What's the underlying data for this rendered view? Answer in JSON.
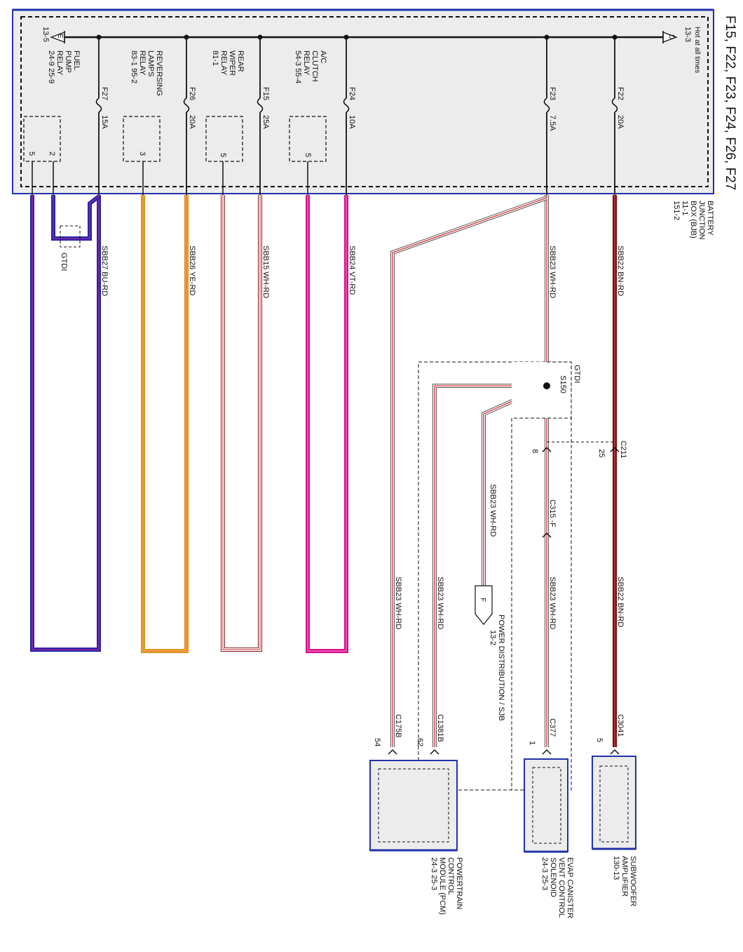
{
  "title": "F15, F22, F23, F24, F26, F27",
  "bjb": {
    "name_lines": [
      "BATTERY",
      "JUNCTION",
      "BOX (BJB)",
      "11-1",
      "151-2"
    ],
    "hot_label": "Hot at all times",
    "source_ref": "13-3",
    "source_letter": "D",
    "exit_ref": "13-5",
    "exit_letter": "E"
  },
  "fuses": [
    {
      "id": "F22",
      "rating": "20A"
    },
    {
      "id": "F23",
      "rating": "7.5A"
    },
    {
      "id": "F24",
      "rating": "10A"
    },
    {
      "id": "F15",
      "rating": "25A"
    },
    {
      "id": "F26",
      "rating": "20A"
    },
    {
      "id": "F27",
      "rating": "15A"
    }
  ],
  "relays": [
    {
      "name_lines": [
        "A/C",
        "CLUTCH",
        "RELAY",
        "54-3   55-4"
      ],
      "pin": "5"
    },
    {
      "name_lines": [
        "REAR",
        "WIPER",
        "RELAY",
        "81-1"
      ],
      "pin": "5"
    },
    {
      "name_lines": [
        "REVERSING",
        "LAMPS",
        "RELAY",
        "83-1   95-2"
      ],
      "pin": "3"
    },
    {
      "name_lines": [
        "FUEL",
        "PUMP",
        "RELAY",
        "24-9   25-9"
      ],
      "pins": [
        "5",
        "2"
      ]
    }
  ],
  "circuits": {
    "sbb22": "SBB22   BN-RD",
    "sbb23": "SBB23   WH-RD",
    "sbb24": "SBB24   VT-RD",
    "sbb15": "SBB15   WH-RD",
    "sbb26": "SBB26   YE-RD",
    "sbb27": "SBB27   BU-RD",
    "sbb23_short": "SBB23   WH-RD"
  },
  "gtdi": "GTDI",
  "splice": "S150",
  "connectors": {
    "c211": "C211",
    "c211_pin_a": "25",
    "c211_pin_b": "8",
    "c315": "C315   -F",
    "c3041": "C3041",
    "c3041_pin": "5",
    "c377": "C377",
    "c377_pin": "1",
    "c1381b": "C1381B",
    "c1381b_pin": "62",
    "c175b": "C175B",
    "c175b_pin": "54"
  },
  "power_dist": {
    "letter": "F",
    "lines": [
      "POWER DISTRIBUTION / SJB",
      "13-2"
    ]
  },
  "components": {
    "subwoofer": [
      "SUBWOOFER",
      "AMPLIFIER",
      "130-13"
    ],
    "evap": [
      "EVAP CANISTER",
      "VENT CONTROL",
      "SOLENOID",
      "24-3   25-3"
    ],
    "pcm": [
      "POWERTRAIN",
      "CONTROL",
      "MODULE (PCM)",
      "24-3   25-3"
    ]
  },
  "colors": {
    "bus": "#111111",
    "box_fill": "#ececec",
    "box_border": "#2233aa",
    "bn_rd": "#8a1a1a",
    "wh_rd_stripe": "#d32020",
    "vt_rd": "#d4148e",
    "ye_rd": "#e8b020",
    "bu_rd": "#2a22a8"
  }
}
